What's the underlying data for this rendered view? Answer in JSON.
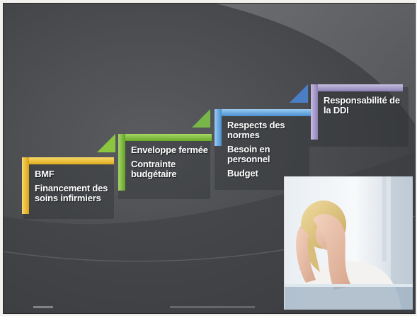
{
  "slide": {
    "steps": [
      {
        "color": "#f2c53b",
        "items": [
          "BMF",
          "Financement des soins infirmiers"
        ]
      },
      {
        "color": "#8cc63f",
        "items": [
          "Enveloppe fermée",
          "Contrainte budgétaire"
        ]
      },
      {
        "color": "#6fb2e6",
        "items": [
          "Respects des normes",
          "Besoin en personnel",
          "Budget"
        ]
      },
      {
        "color": "#a79bc9",
        "items": [
          "Responsabilité de la DDI"
        ]
      }
    ],
    "photo": {
      "subject": "stressed-woman-photo"
    }
  }
}
